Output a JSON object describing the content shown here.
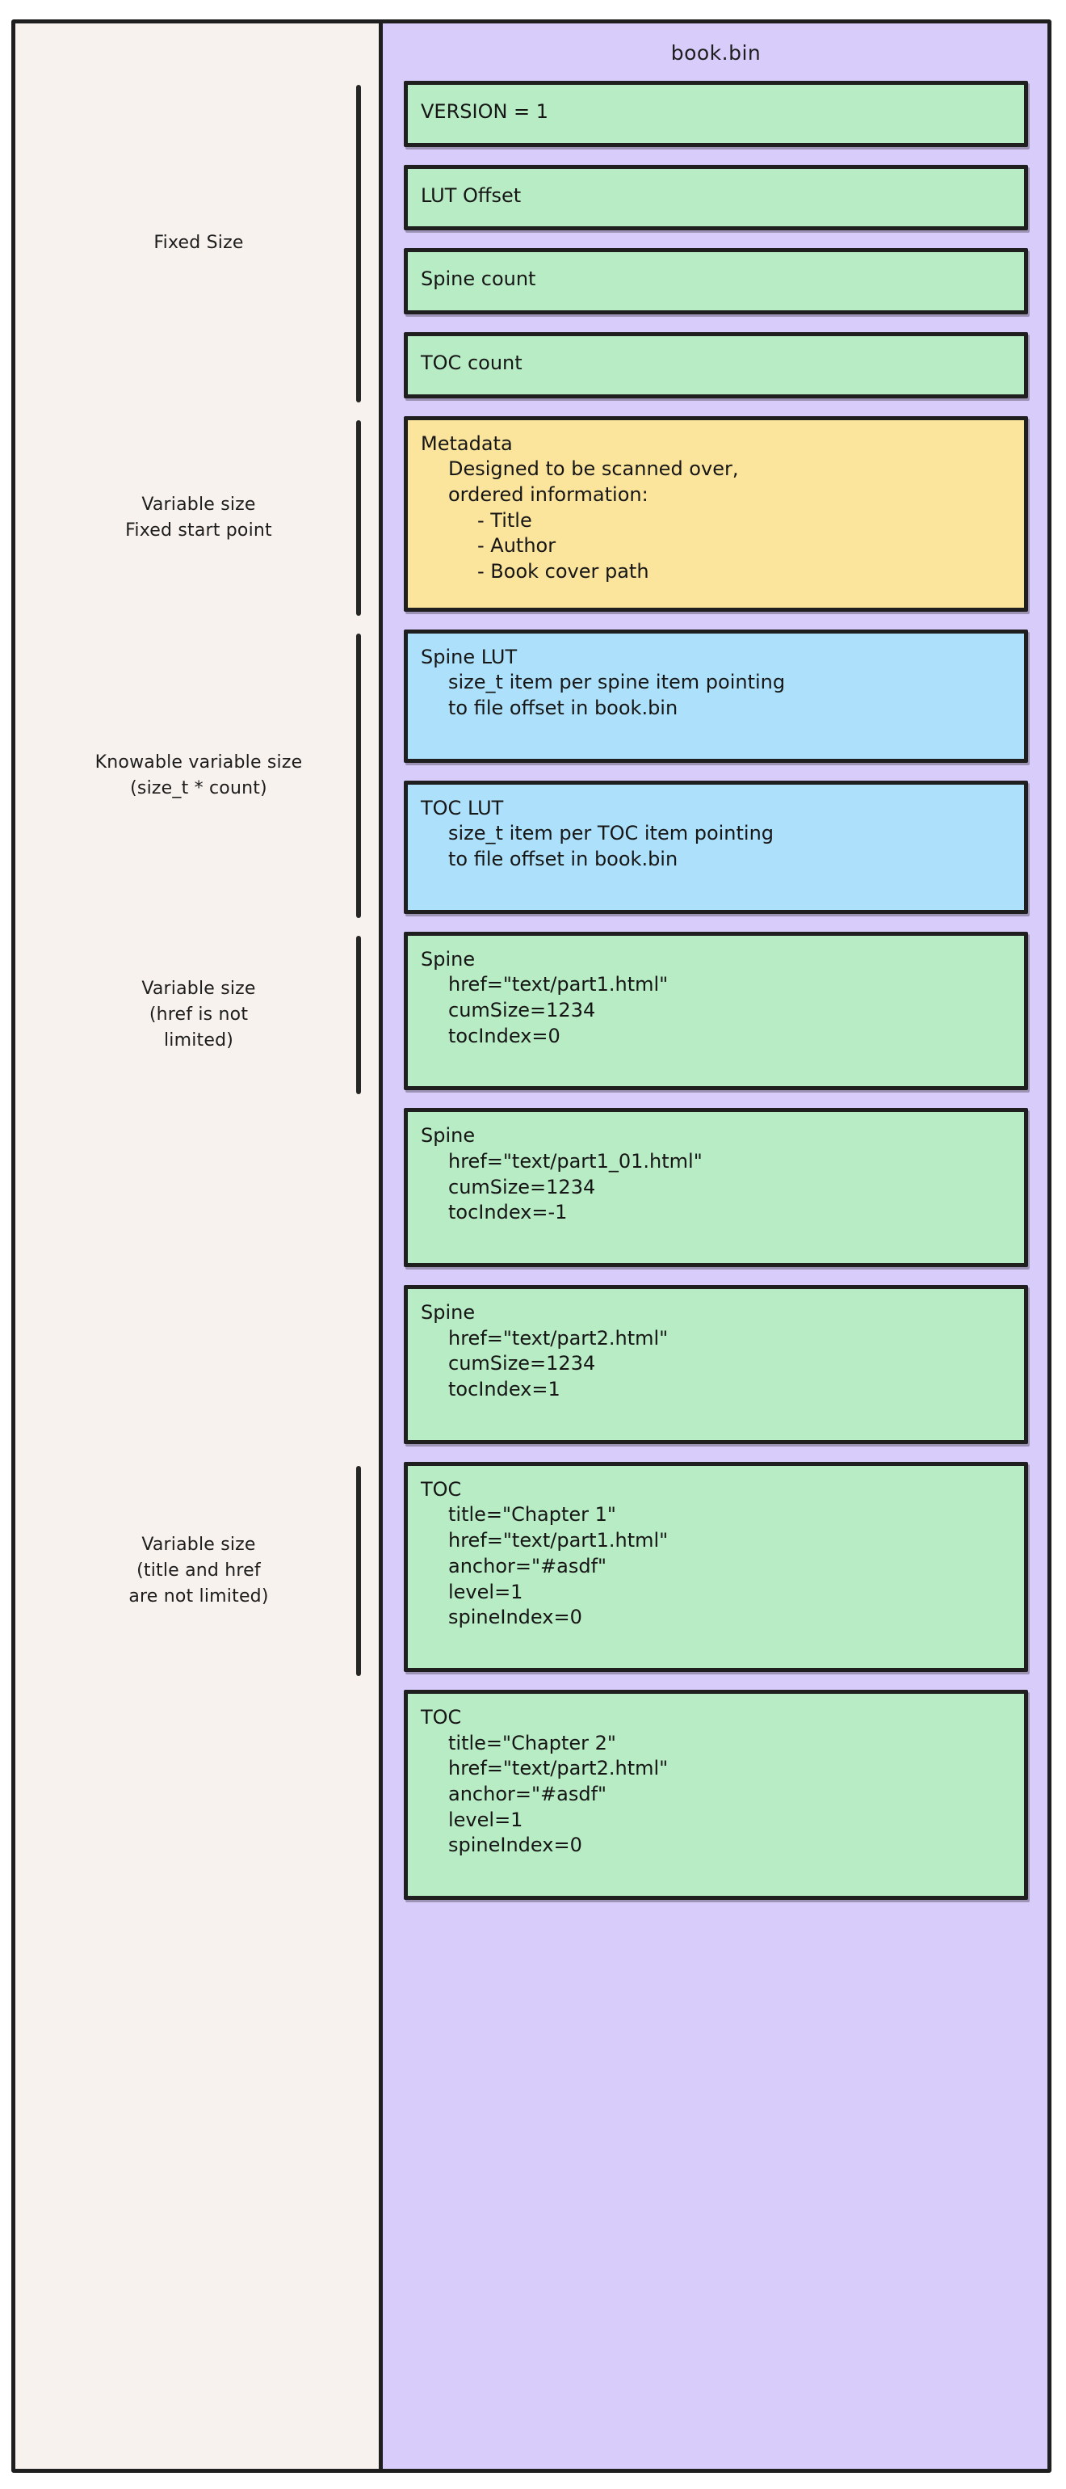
{
  "diagram": {
    "file_title": "book.bin",
    "colors": {
      "page_background": "#ffffff",
      "frame_stroke": "#1f1f1f",
      "left_panel": "#f8f2ee",
      "file_panel": "#d8ccfb",
      "block_green": "#b8ecc4",
      "block_yellow": "#fbe49b",
      "block_blue": "#ade1fb",
      "text": "#161616"
    }
  },
  "annotations": [
    {
      "id": "fixed-size",
      "lines": [
        "Fixed Size"
      ]
    },
    {
      "id": "variable-fixed-start",
      "lines": [
        "Variable size",
        "Fixed start point"
      ]
    },
    {
      "id": "knowable-variable",
      "lines": [
        "Knowable variable size",
        "(size_t * count)"
      ]
    },
    {
      "id": "variable-href",
      "lines": [
        "Variable size",
        "(href is not",
        "limited)"
      ]
    },
    {
      "id": "variable-title-href",
      "lines": [
        "Variable size",
        "(title and href",
        "are not limited)"
      ]
    }
  ],
  "blocks": [
    {
      "id": "version",
      "color": "green",
      "head": "VERSION = 1",
      "sub": []
    },
    {
      "id": "lut-offset",
      "color": "green",
      "head": "LUT Offset",
      "sub": []
    },
    {
      "id": "spine-count",
      "color": "green",
      "head": "Spine count",
      "sub": []
    },
    {
      "id": "toc-count",
      "color": "green",
      "head": "TOC count",
      "sub": []
    },
    {
      "id": "metadata",
      "color": "yellow",
      "head": "Metadata",
      "sub": [
        "Designed to be scanned over,",
        "ordered information:"
      ],
      "sub2": [
        "- Title",
        "- Author",
        "- Book cover path"
      ]
    },
    {
      "id": "spine-lut",
      "color": "blue",
      "head": "Spine LUT",
      "sub": [
        "size_t item per spine item pointing",
        "to file offset in book.bin"
      ]
    },
    {
      "id": "toc-lut",
      "color": "blue",
      "head": "TOC LUT",
      "sub": [
        "size_t item per TOC item pointing",
        "to file offset in book.bin"
      ]
    },
    {
      "id": "spine-1",
      "color": "green",
      "head": "Spine",
      "sub": [
        "href=\"text/part1.html\"",
        "cumSize=1234",
        "tocIndex=0"
      ]
    },
    {
      "id": "spine-2",
      "color": "green",
      "head": "Spine",
      "sub": [
        "href=\"text/part1_01.html\"",
        "cumSize=1234",
        "tocIndex=-1"
      ]
    },
    {
      "id": "spine-3",
      "color": "green",
      "head": "Spine",
      "sub": [
        "href=\"text/part2.html\"",
        "cumSize=1234",
        "tocIndex=1"
      ]
    },
    {
      "id": "toc-1",
      "color": "green",
      "head": "TOC",
      "sub": [
        "title=\"Chapter 1\"",
        "href=\"text/part1.html\"",
        "anchor=\"#asdf\"",
        "level=1",
        "spineIndex=0"
      ]
    },
    {
      "id": "toc-2",
      "color": "green",
      "head": "TOC",
      "sub": [
        "title=\"Chapter 2\"",
        "href=\"text/part2.html\"",
        "anchor=\"#asdf\"",
        "level=1",
        "spineIndex=0"
      ]
    }
  ]
}
